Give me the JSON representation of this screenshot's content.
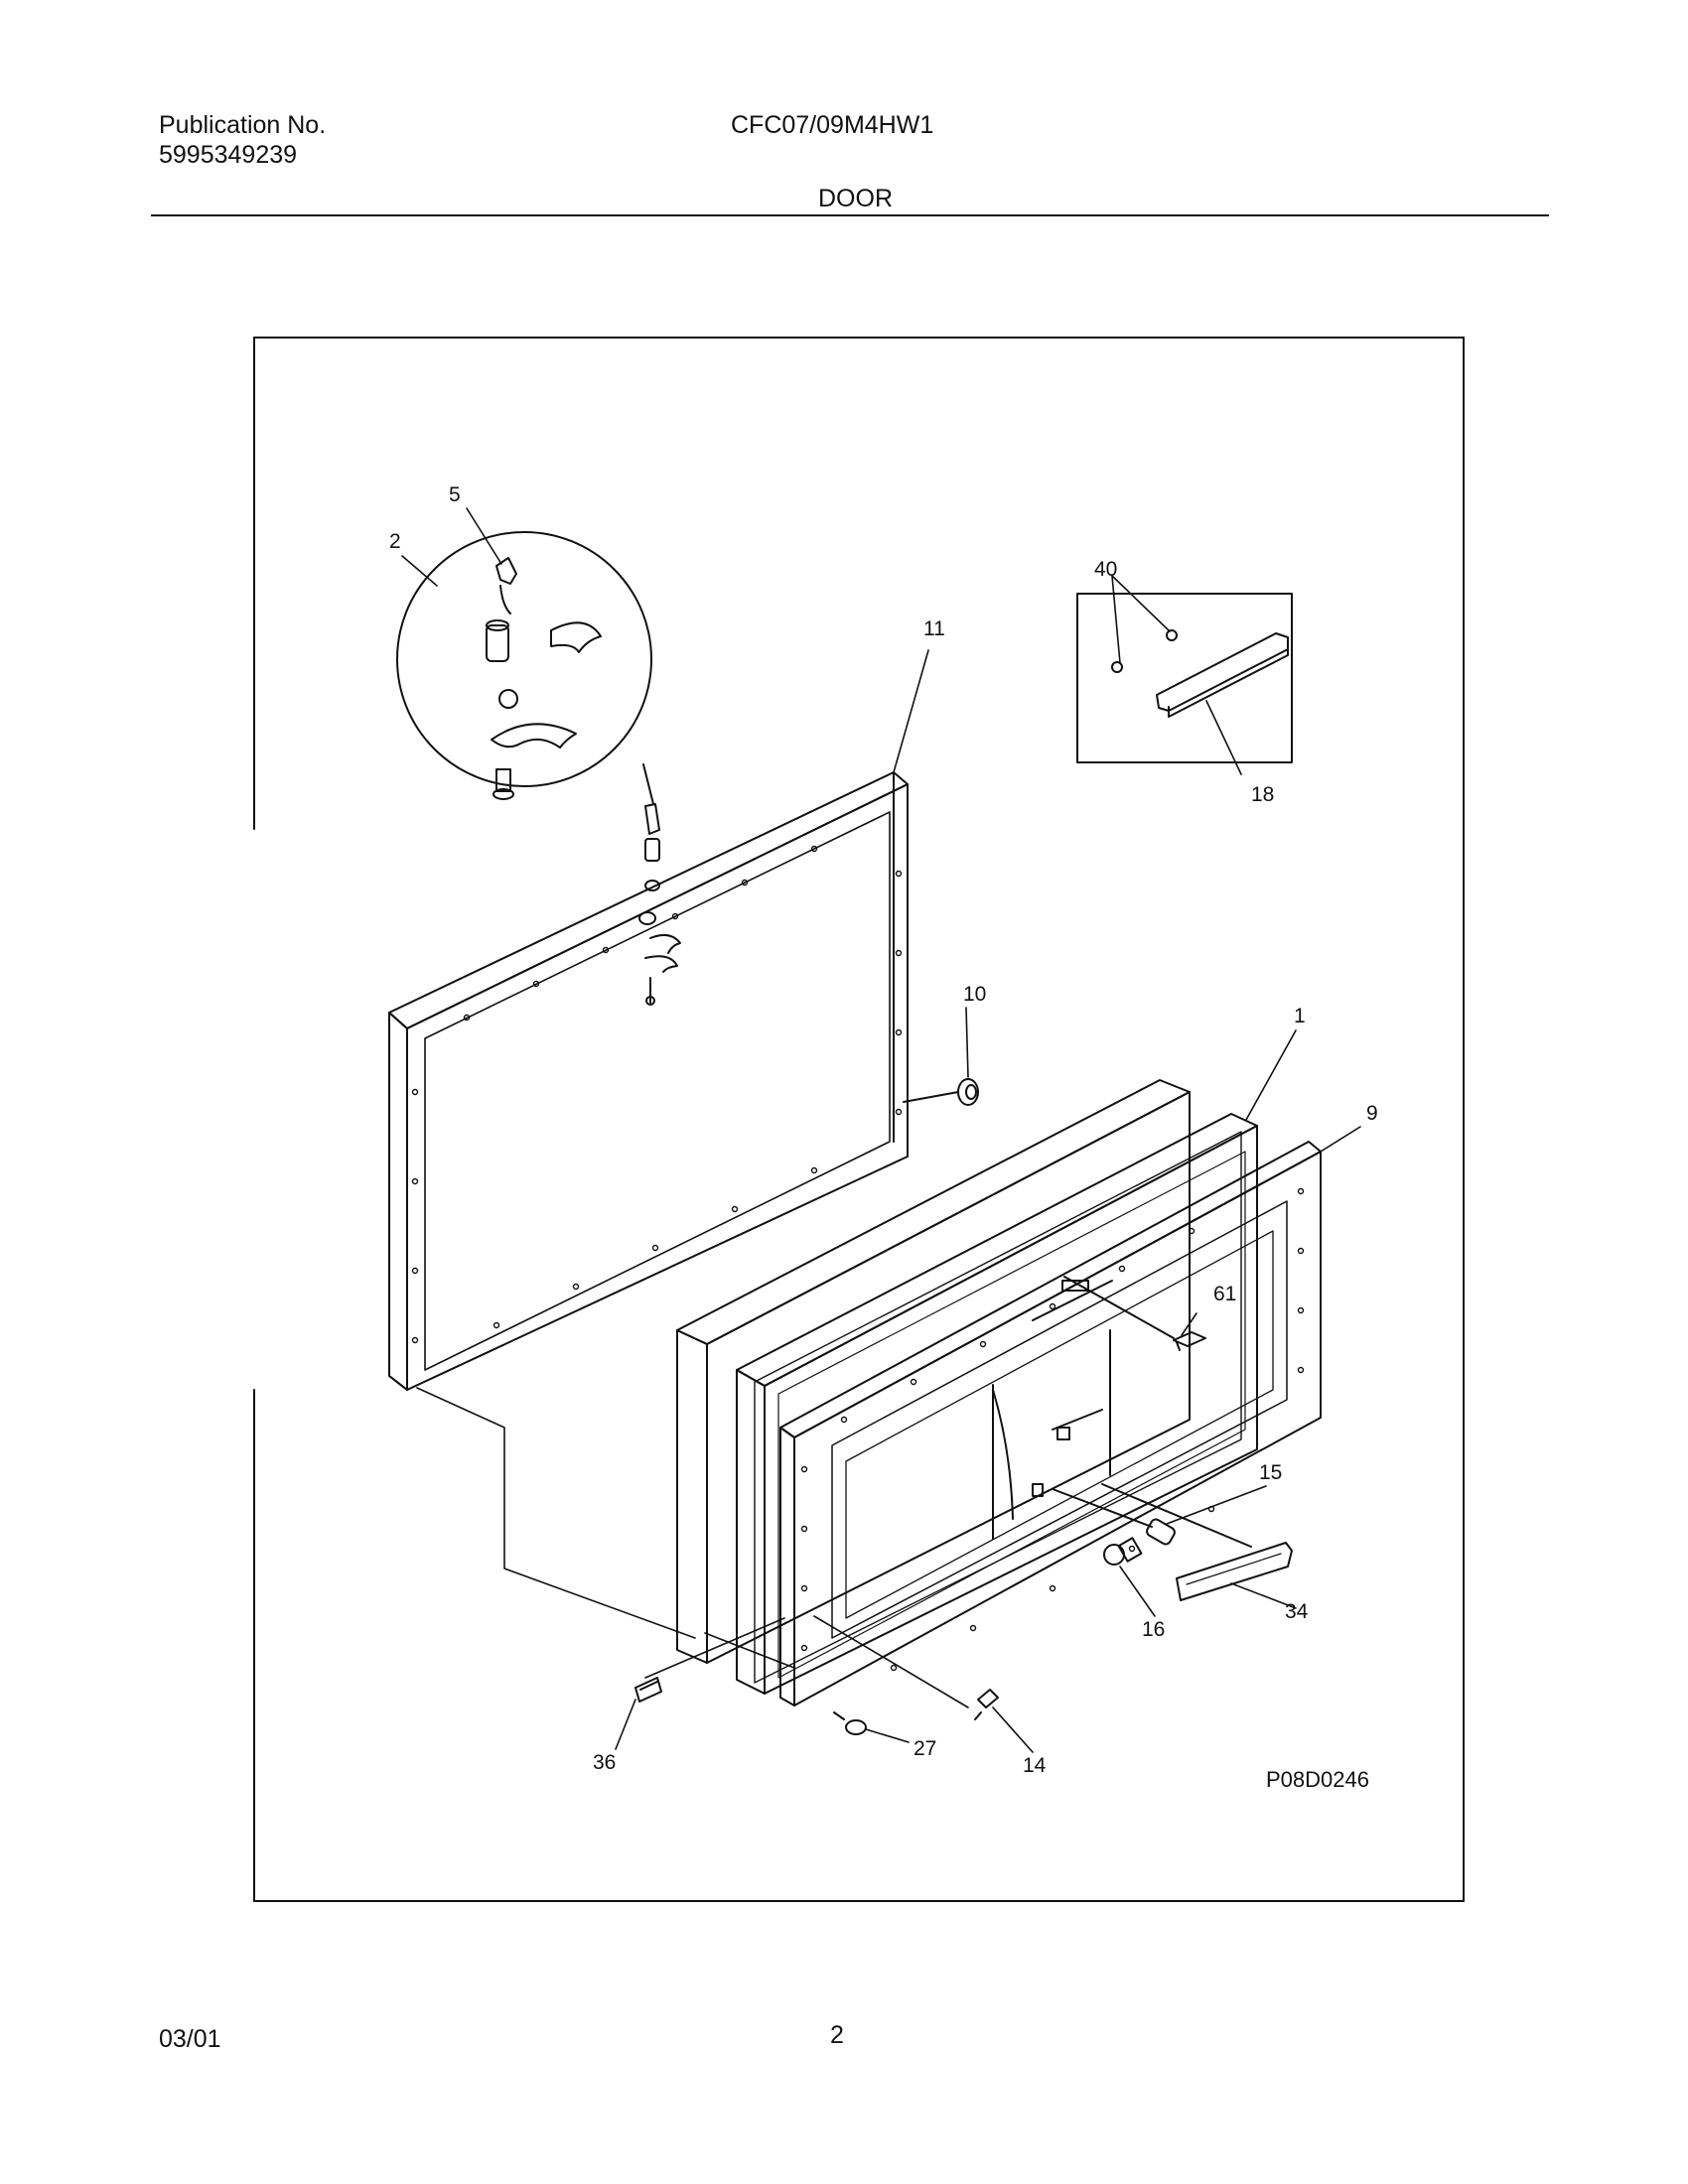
{
  "header": {
    "publication_label": "Publication No.",
    "publication_number": "5995349239",
    "model": "CFC07/09M4HW1",
    "section": "DOOR"
  },
  "diagram": {
    "drawing_code": "P08D0246",
    "callouts": {
      "c1": "1",
      "c2": "2",
      "c5": "5",
      "c9": "9",
      "c10": "10",
      "c11": "11",
      "c14": "14",
      "c15": "15",
      "c16": "16",
      "c18": "18",
      "c27": "27",
      "c34": "34",
      "c36": "36",
      "c40": "40",
      "c61": "61"
    }
  },
  "footer": {
    "date": "03/01",
    "page": "2"
  }
}
